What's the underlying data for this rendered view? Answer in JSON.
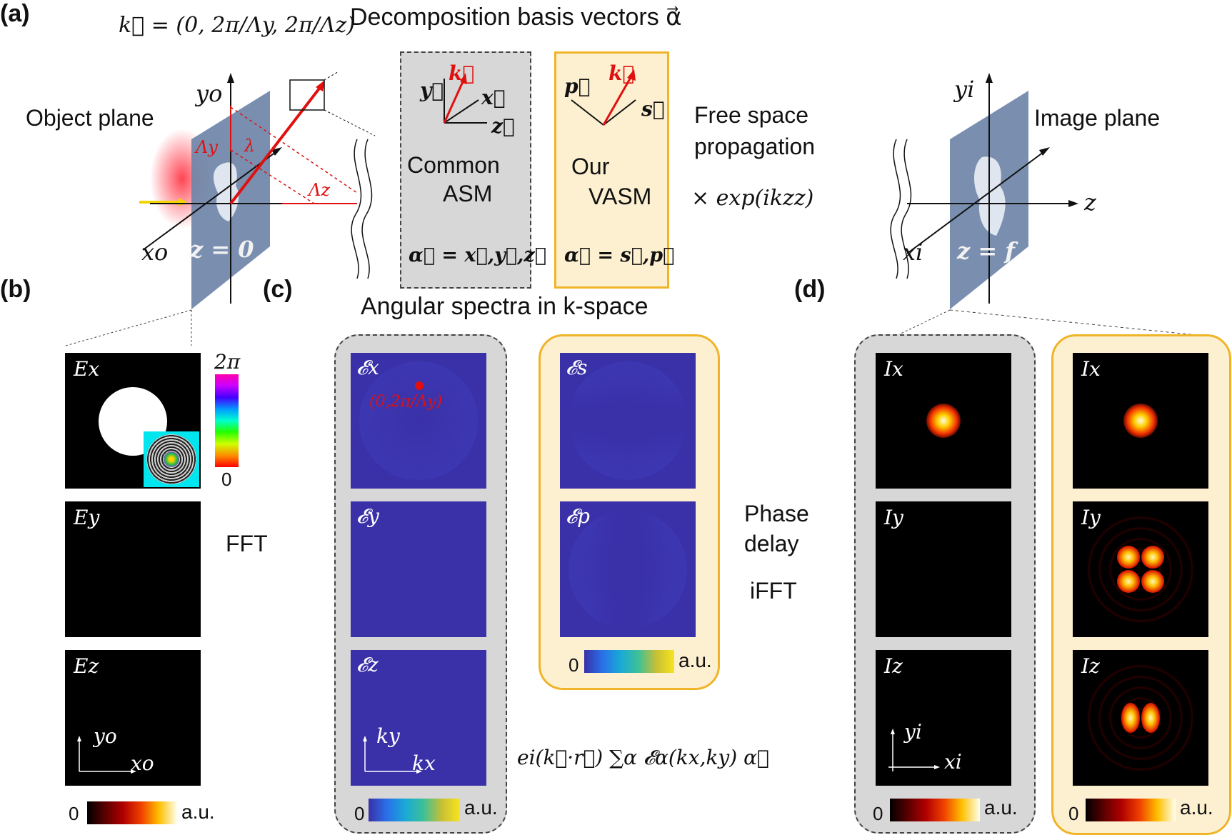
{
  "panel_labels": {
    "a": "(a)",
    "b": "(b)",
    "c": "(c)",
    "d": "(d)"
  },
  "k_vector_eq": "k⃗ = (0, 2π/Λy, 2π/Λz)",
  "basis_title": "Decomposition basis vectors α⃗",
  "object_plane": {
    "label": "Object plane",
    "axis_y": "yo",
    "axis_x": "xo",
    "plane_eq": "z = 0",
    "lambda_y": "Λy",
    "lambda_z": "Λz",
    "wavelength": "λ"
  },
  "common_asm": {
    "vec_y": "y⃗",
    "vec_k": "k⃗",
    "vec_x": "x⃗",
    "vec_z": "z⃗",
    "name_line1": "Common",
    "name_line2": "ASM",
    "basis": "α⃗ = x⃗,y⃗,z⃗"
  },
  "our_vasm": {
    "vec_p": "p⃗",
    "vec_k": "k⃗",
    "vec_s": "s⃗",
    "name_line1": "Our",
    "name_line2": "VASM",
    "basis": "α⃗ = s⃗,p⃗"
  },
  "propagation": {
    "line1": "Free space",
    "line2": "propagation",
    "factor": "× exp(ikzz)"
  },
  "image_plane": {
    "label": "Image plane",
    "axis_y": "yi",
    "axis_x": "xi",
    "axis_z": "z",
    "plane_eq": "z = f"
  },
  "angular_title": "Angular spectra in k-space",
  "panel_b": {
    "fields": [
      "Ex",
      "Ey",
      "Ez"
    ],
    "phase_max": "2π",
    "phase_min": "0",
    "axis_y": "yo",
    "axis_x": "xo",
    "cbar_min": "0",
    "cbar_unit": "a.u."
  },
  "fft_label": "FFT",
  "panel_c": {
    "common": [
      "𝓔x",
      "𝓔y",
      "𝓔z"
    ],
    "ours": [
      "𝓔s",
      "𝓔p"
    ],
    "point_label": "(0,2π/Λy)",
    "axis_y": "ky",
    "axis_x": "kx",
    "cbar_min": "0",
    "cbar_unit": "a.u."
  },
  "formula": "ei(k⃗·r⃗) ∑α 𝓔α(kx,ky) α⃗",
  "phase_delay": {
    "line1": "Phase",
    "line2": "delay",
    "ifft": "iFFT"
  },
  "panel_d": {
    "common": [
      "Ix",
      "Iy",
      "Iz"
    ],
    "ours": [
      "Ix",
      "Iy",
      "Iz"
    ],
    "axis_y": "yi",
    "axis_x": "xi",
    "cbar_min": "0",
    "cbar_unit": "a.u."
  },
  "colors": {
    "red": "#e01010",
    "gold": "#f0b429",
    "gray_panel": "#d7d7d7",
    "plane_blue": "#6f86a8"
  }
}
